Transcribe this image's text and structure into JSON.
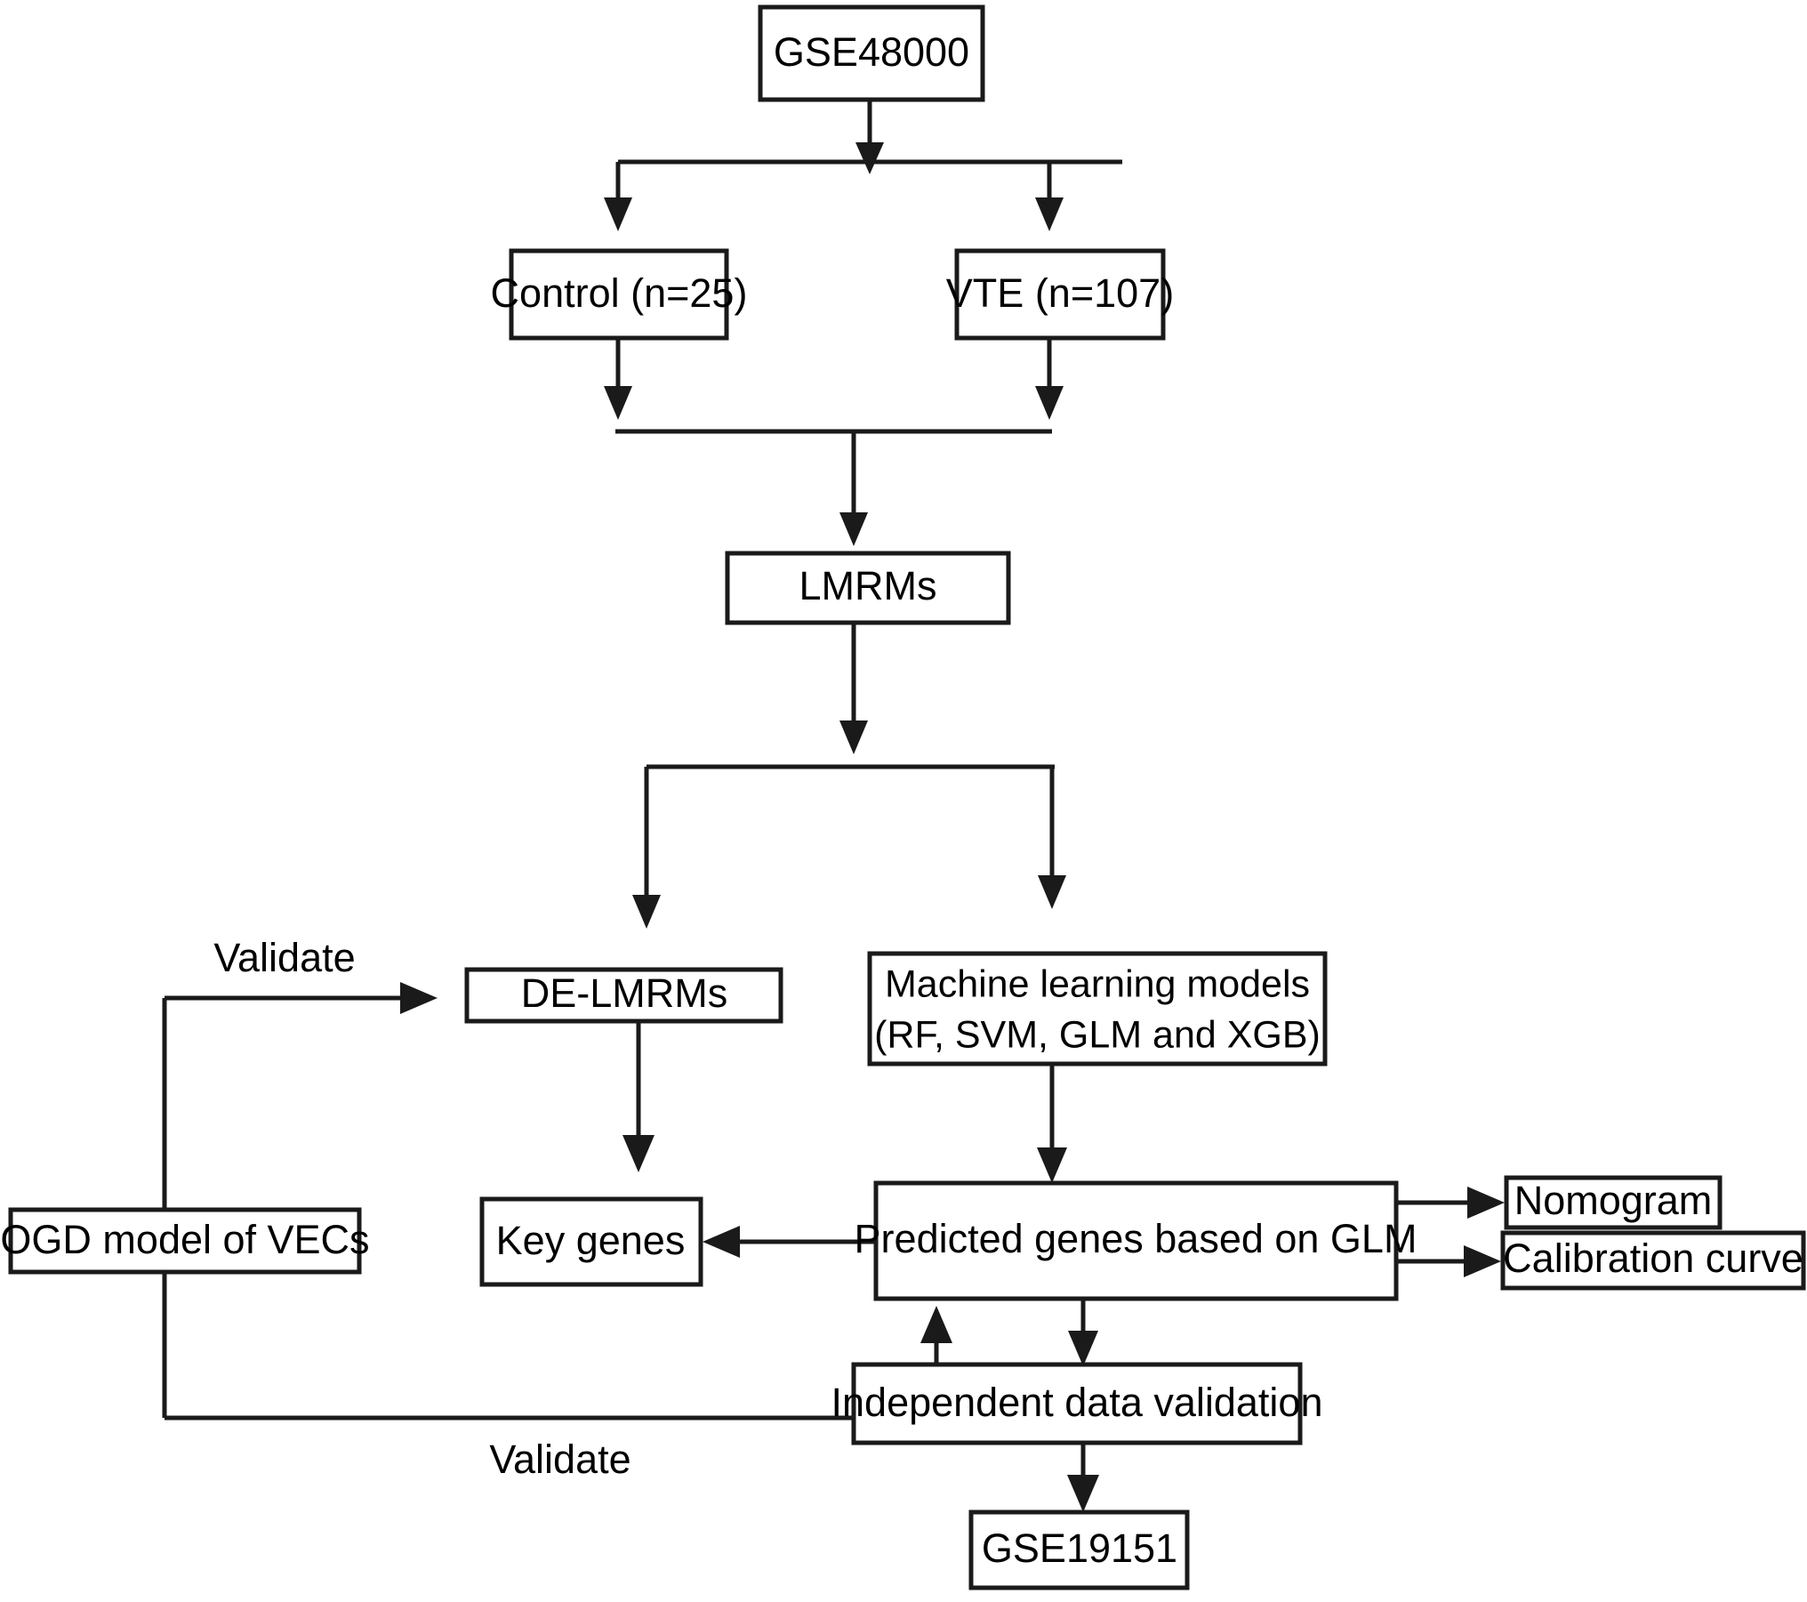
{
  "diagram": {
    "title": "Study workflow flowchart",
    "background_color": "#ffffff",
    "line_color": "#1a1a1a",
    "text_color": "#000000",
    "nodes": {
      "dataset_source": "GSE48000",
      "control_group": "Control (n=25)",
      "vte_group": "VTE (n=107)",
      "lmrms": "LMRMs",
      "de_lmrms": "DE-LMRMs",
      "ml_models_line1": "Machine learning models",
      "ml_models_line2": "(RF, SVM, GLM and XGB)",
      "ogd_model": "OGD model of VECs",
      "key_genes": "Key genes",
      "predicted_genes": "Predicted genes based on GLM",
      "nomogram": "Nomogram",
      "calibration_curve": "Calibration curve",
      "independent_validation": "Independent data  validation",
      "validation_dataset": "GSE19151"
    },
    "edge_labels": {
      "validate_top": "Validate",
      "validate_bottom": "Validate"
    }
  }
}
